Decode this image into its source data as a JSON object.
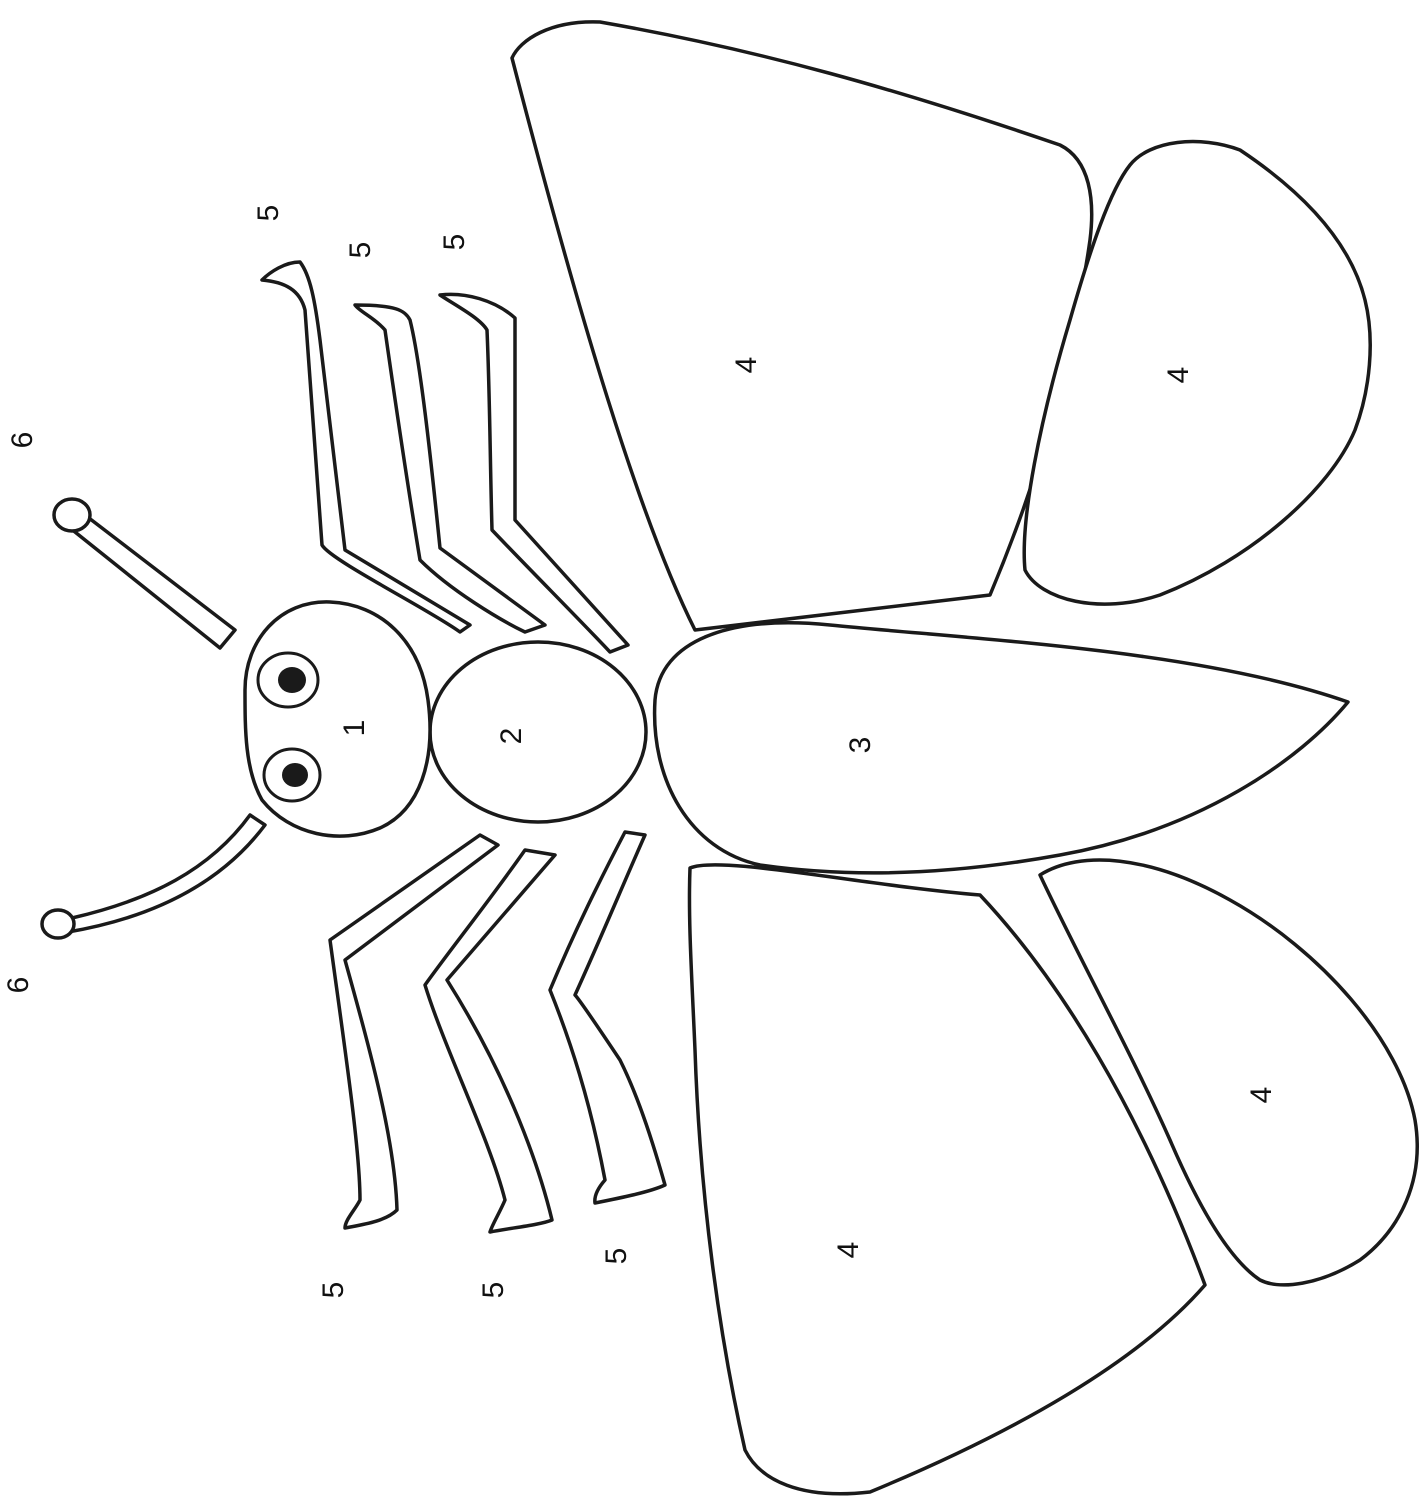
{
  "diagram": {
    "colors": {
      "outline": "#1a1a1a",
      "fill": "#ffffff",
      "label": "#111111"
    },
    "labels": {
      "head": "1",
      "thorax": "2",
      "abdomen": "3",
      "wing": "4",
      "leg": "5",
      "antenna": "6"
    }
  }
}
